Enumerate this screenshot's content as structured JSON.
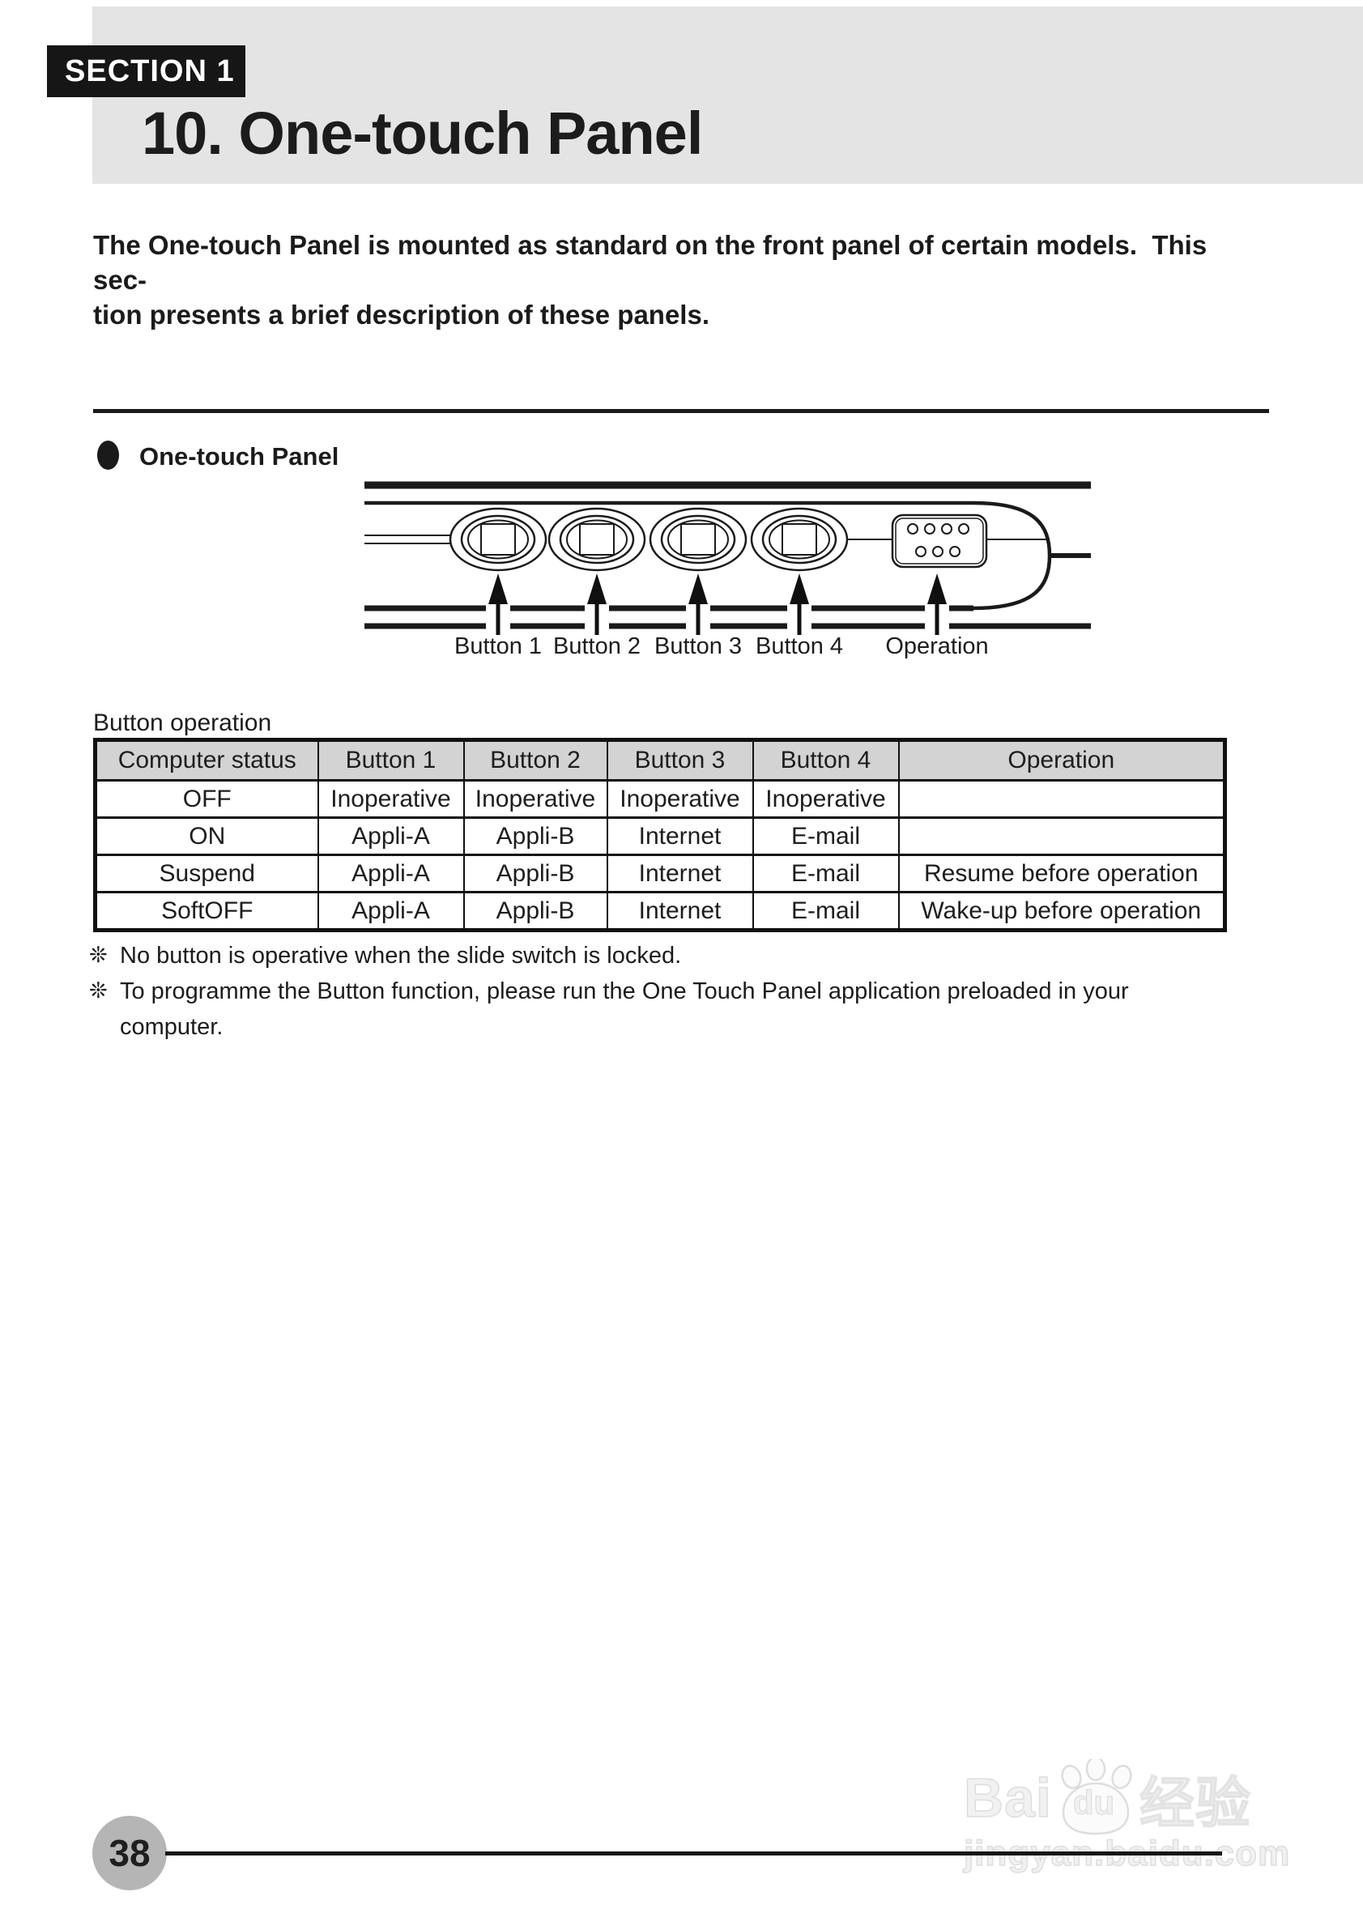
{
  "page": {
    "section_badge": "SECTION 1",
    "title": "10. One-touch Panel",
    "intro_lines": [
      "The One-touch Panel is mounted as standard on the front panel of certain models.  This sec-",
      "tion presents a brief description of these panels."
    ],
    "page_number": "38"
  },
  "panel_section": {
    "heading": "One-touch Panel",
    "diagram_labels": [
      "Button 1",
      "Button 2",
      "Button 3",
      "Button 4",
      "Operation"
    ]
  },
  "button_operation": {
    "caption": "Button operation",
    "table": {
      "headers": [
        "Computer status",
        "Button 1",
        "Button 2",
        "Button 3",
        "Button 4",
        "Operation"
      ],
      "rows": [
        [
          "OFF",
          "Inoperative",
          "Inoperative",
          "Inoperative",
          "Inoperative",
          ""
        ],
        [
          "ON",
          "Appli-A",
          "Appli-B",
          "Internet",
          "E-mail",
          ""
        ],
        [
          "Suspend",
          "Appli-A",
          "Appli-B",
          "Internet",
          "E-mail",
          "Resume before operation"
        ],
        [
          "SoftOFF",
          "Appli-A",
          "Appli-B",
          "Internet",
          "E-mail",
          "Wake-up before operation"
        ]
      ]
    },
    "notes": [
      {
        "marker": "❊",
        "lines": [
          "No button is operative when the slide switch is locked."
        ]
      },
      {
        "marker": "❊",
        "lines": [
          "To programme the Button function, please run the One Touch Panel application preloaded in your",
          "computer."
        ]
      }
    ]
  },
  "watermark": {
    "brand_bai": "Bai",
    "brand_du": "du",
    "brand_cn": "经验",
    "url": "jingyan.baidu.com"
  },
  "colors": {
    "header_band": "#e4e4e4",
    "badge_bg": "#161616",
    "table_header_bg": "#d3d3d3",
    "ink": "#1c1c1c",
    "page_circle": "#b5b5b5"
  }
}
